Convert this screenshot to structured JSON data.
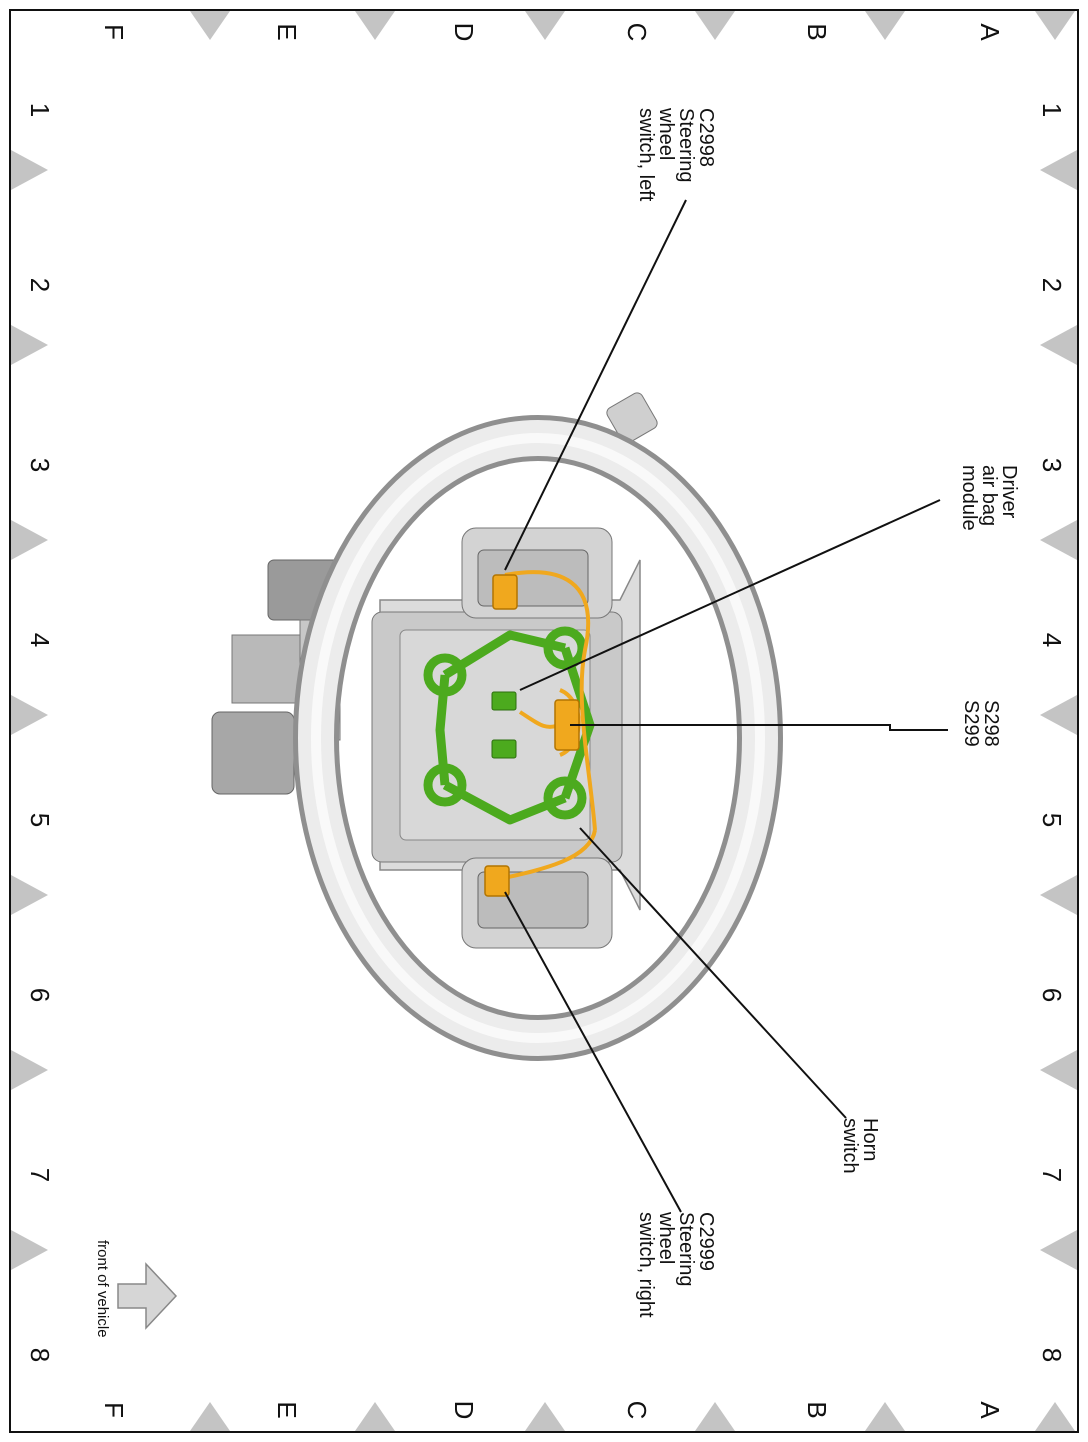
{
  "grid": {
    "columns": [
      "1",
      "2",
      "3",
      "4",
      "5",
      "6",
      "7",
      "8"
    ],
    "rows": [
      "A",
      "B",
      "C",
      "D",
      "E",
      "F"
    ]
  },
  "callouts": {
    "c2998": [
      "C2998",
      "Steering",
      "wheel",
      "switch, left"
    ],
    "airbag": [
      "Driver",
      "air bag",
      "module"
    ],
    "s298": [
      "S298",
      "S299"
    ],
    "horn": [
      "Horn",
      "switch"
    ],
    "c2999": [
      "C2999",
      "Steering",
      "wheel",
      "switch, right"
    ]
  },
  "front_label": "front of vehicle",
  "colors": {
    "connector": "#f0a81e",
    "clip": "#4caa1e",
    "wheel": "#d9d9d9",
    "marker": "#c4c4c4"
  }
}
